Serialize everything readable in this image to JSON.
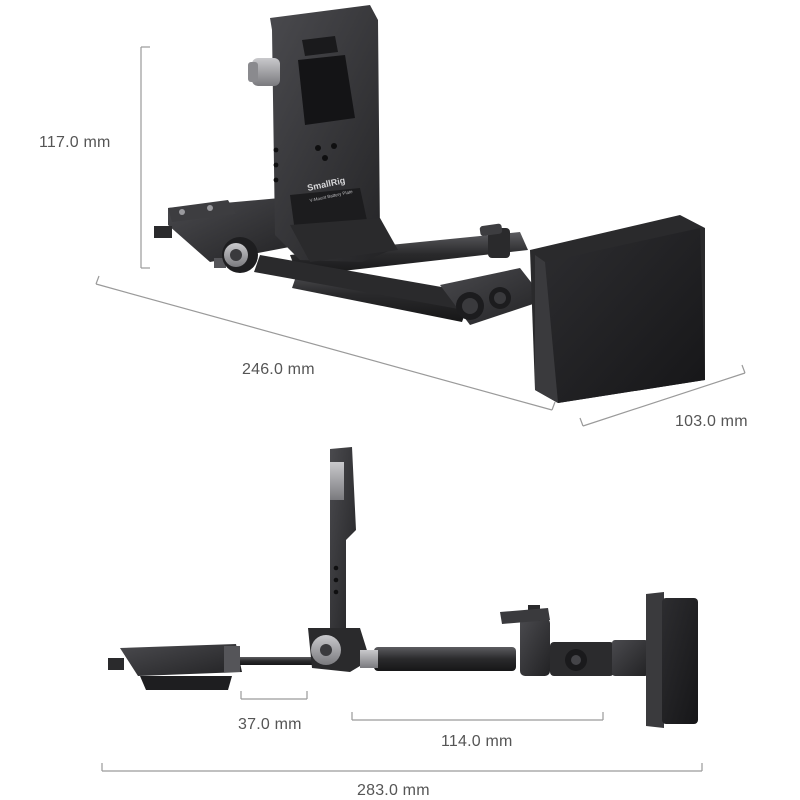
{
  "dimensions": {
    "height": "117.0 mm",
    "length": "246.0 mm",
    "depth": "103.0 mm",
    "offset": "37.0 mm",
    "extension": "114.0 mm",
    "total_length": "283.0 mm"
  },
  "product": {
    "brand": "SmallRig",
    "plate_label": "V-Mount Battery Plate"
  },
  "colors": {
    "dimension_line": "#9a9a9a",
    "label_text": "#555555",
    "metal_dark": "#2b2b2d",
    "metal_mid": "#3b3b3e",
    "metal_light": "#5a5a5e",
    "counterweight": "#1f1f21"
  }
}
